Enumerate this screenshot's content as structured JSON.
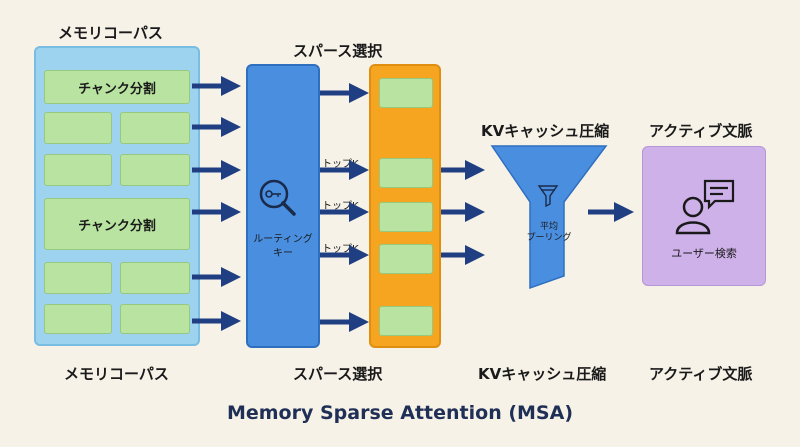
{
  "labels": {
    "memory_corpus_top": "メモリコーパス",
    "sparse_select_top": "スパース選択",
    "kv_compress_top": "KVキャッシュ圧縮",
    "active_context_top": "アクティブ文脈",
    "memory_corpus_bottom": "メモリコーパス",
    "sparse_select_bottom": "スパース選択",
    "kv_compress_bottom": "KVキャッシュ圧縮",
    "active_context_bottom": "アクティブ文脈",
    "title": "Memory Sparse Attention (MSA)"
  },
  "corpus": {
    "chunk_label_1": "チャンク分割",
    "chunk_label_2": "チャンク分割"
  },
  "router": {
    "label_line1": "ルーティング",
    "label_line2": "キー",
    "icon": "search-key-icon"
  },
  "topk": {
    "label_1": "トップK",
    "label_2": "トップK",
    "label_3": "トップK"
  },
  "funnel": {
    "label_line1": "平均",
    "label_line2": "プーリング",
    "icon": "filter-icon"
  },
  "active": {
    "label": "ユーザー検索",
    "icons": [
      "user-icon",
      "chat-bubble-icon"
    ]
  },
  "colors": {
    "corpus": "#9ed3ef",
    "chunk": "#b9e3a0",
    "router": "#4a8ee0",
    "sparse": "#f6a520",
    "funnel": "#4a8ee0",
    "active": "#cfb1ea",
    "arrow": "#1f3f82"
  }
}
